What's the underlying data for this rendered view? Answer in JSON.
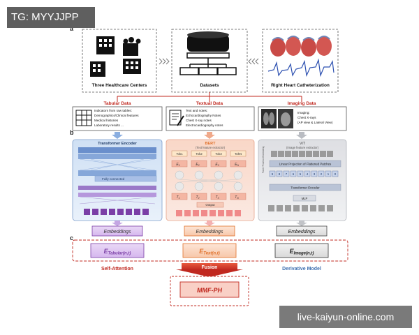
{
  "watermark": {
    "top_left": "TG: MYYJJPP",
    "bottom_right": "live-kaiyun-online.com"
  },
  "panels": {
    "a": "a",
    "b": "b",
    "c": "c"
  },
  "sources": {
    "centers": "Three Healthcare Centers",
    "datasets": "Datasets",
    "rhc": "Right Heart Catheterization"
  },
  "data_types": {
    "tabular": {
      "title": "Tabular Data",
      "lines": [
        "Indicators from raw tables:",
        "Demographics/Clinical features",
        "Medical histories",
        "Laboratory results ..."
      ]
    },
    "textual": {
      "title": "Textual Data",
      "lines": [
        "Text and notes:",
        "Echocardiography Notes",
        "Chest X-ray notes",
        "Electrocardiography notes"
      ]
    },
    "imaging": {
      "title": "Imaging Data",
      "lines": [
        "Imaging:",
        "Chest X-rays",
        "(AP view & Lateral View)"
      ]
    }
  },
  "encoders": {
    "transformer": {
      "title": "Transformer Encoder",
      "fc": "Fully connected"
    },
    "bert": {
      "title": "BERT",
      "subtitle": "(Text feature extractor)",
      "tokens": [
        "Tok1",
        "Tok2",
        "Tok3",
        "TokN"
      ],
      "e": [
        "E",
        "E",
        "E",
        "E"
      ],
      "e_sub": [
        "1",
        "2",
        "3",
        "N"
      ],
      "t": [
        "T",
        "T",
        "T",
        "T"
      ],
      "t_sub": [
        "1",
        "2",
        "3",
        "N"
      ],
      "output": "Output"
    },
    "vit": {
      "title": "ViT",
      "subtitle": "(Image feature extractor)",
      "side_label": "Patch+Position Embedding",
      "projection": "Linear Projection of Flattened Patches",
      "patch_numbers": [
        "9",
        "8",
        "7",
        "6",
        "5",
        "4",
        "3",
        "2",
        "1",
        "0"
      ],
      "encoder": "Transformer Encoder",
      "mlp": "MLP"
    }
  },
  "embeddings": {
    "label": "Embeddings"
  },
  "outputs": {
    "tabular": {
      "main": "E",
      "sub": "Tabular(n,t)"
    },
    "text": {
      "main": "E",
      "sub": "Text(n,t)"
    },
    "image": {
      "main": "E",
      "sub": "Image(n,t)"
    }
  },
  "fusion": {
    "left": "Self-Attention",
    "center": "Fusion",
    "right": "Derivative Model",
    "result": "MMF-PH"
  },
  "colors": {
    "tabular": "#7b3fa6",
    "text": "#e0712b",
    "image": "#333333",
    "red": "#c0281f",
    "blue_dark": "#3d6fb0",
    "navy": "#1f3b66"
  }
}
